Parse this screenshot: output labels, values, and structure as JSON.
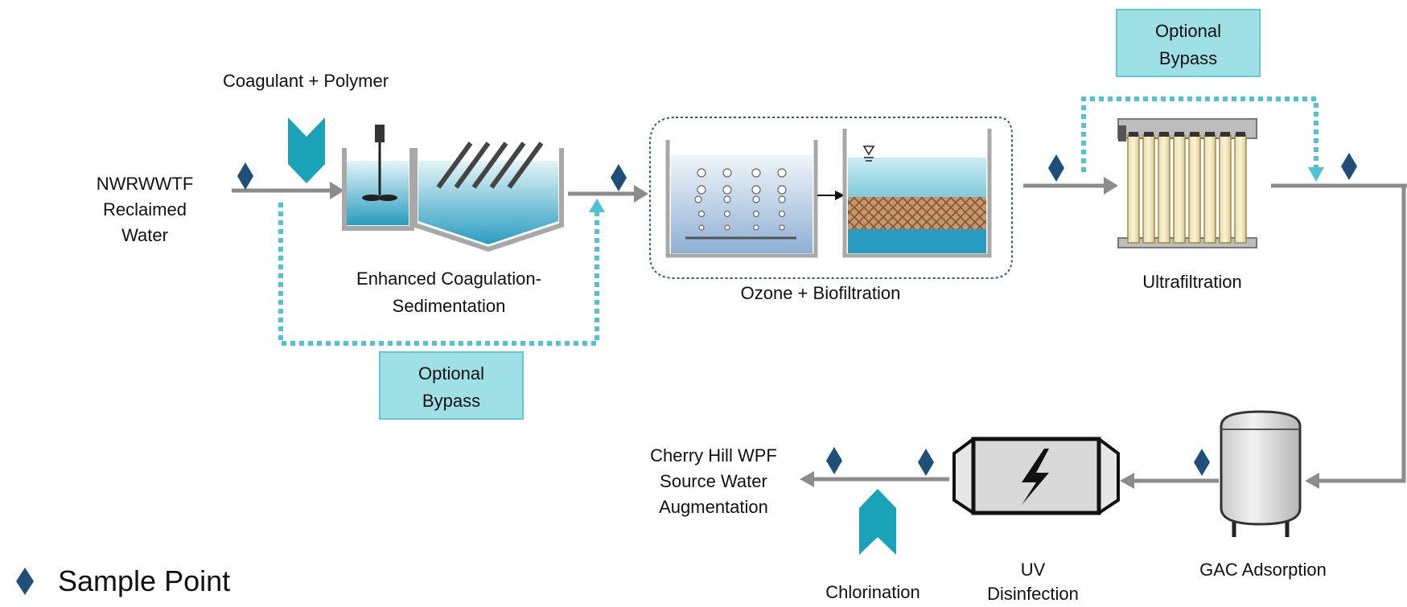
{
  "labels": {
    "source_line1": "NWRWWTF",
    "source_line2": "Reclaimed",
    "source_line3": "Water",
    "coagulant": "Coagulant + Polymer",
    "coag_sed_line1": "Enhanced Coagulation-",
    "coag_sed_line2": "Sedimentation",
    "ozone_bio": "Ozone + Biofiltration",
    "ultrafiltration": "Ultrafiltration",
    "bypass1_line1": "Optional",
    "bypass1_line2": "Bypass",
    "bypass2_line1": "Optional",
    "bypass2_line2": "Bypass",
    "gac": "GAC Adsorption",
    "uv_line1": "UV",
    "uv_line2": "Disinfection",
    "chlorination": "Chlorination",
    "dest_line1": "Cherry Hill WPF",
    "dest_line2": "Source Water",
    "dest_line3": "Augmentation",
    "legend_sample_point": "Sample Point"
  },
  "colors": {
    "pipe": "#8c8c8c",
    "bypass": "#4fc3cf",
    "sample_point": "#1f4e79",
    "chemical": "#1aa3b8",
    "water_top": "#d8f0f6",
    "water_bottom": "#2a9cc0",
    "bypass_box": "#9fdfe6"
  },
  "icons": [
    "sample-point-icon",
    "chemical-injection-icon",
    "lightning-bolt-icon"
  ]
}
